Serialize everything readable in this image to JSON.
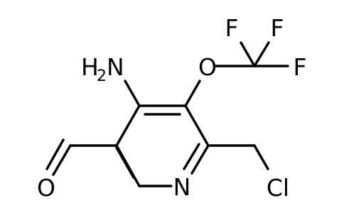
{
  "molecule": {
    "atoms": {
      "n_ring": "N",
      "o_ether": "O",
      "o_aldehyde": "O",
      "f1": "F",
      "f2": "F",
      "f3": "F",
      "cl": "Cl",
      "amine_h": "H",
      "amine_sub": "2",
      "amine_n": "N"
    },
    "colors": {
      "bond": "#000000",
      "label": "#000000",
      "background": "#ffffff"
    }
  }
}
